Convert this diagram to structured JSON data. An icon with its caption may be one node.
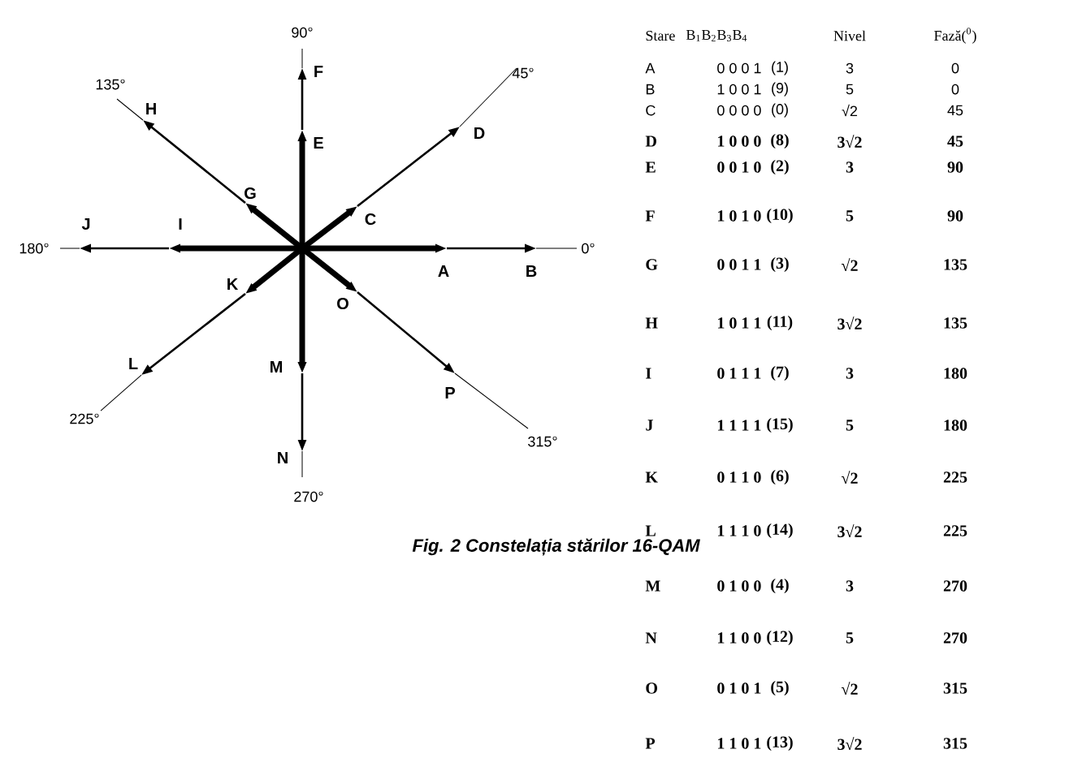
{
  "diagram": {
    "caption": "Fig. 2 Constelația stărilor 16-QAM",
    "nodes": [
      {
        "text": [
          "A"
        ]
      },
      {
        "text": [
          "B"
        ]
      },
      {
        "text": [
          "C"
        ]
      },
      {
        "text": [
          "D"
        ]
      },
      {
        "text": [
          "E"
        ]
      },
      {
        "text": [
          "F"
        ]
      },
      {
        "text": [
          "G"
        ]
      },
      {
        "text": [
          "H"
        ]
      },
      {
        "text": [
          "I"
        ]
      },
      {
        "text": [
          "J"
        ]
      },
      {
        "text": [
          "K"
        ]
      },
      {
        "text": [
          "L"
        ]
      },
      {
        "text": [
          "M"
        ]
      },
      {
        "text": [
          "N"
        ]
      },
      {
        "text": [
          "O"
        ]
      },
      {
        "text": [
          "P"
        ]
      }
    ],
    "edges": [
      {
        "from": null,
        "to": 0,
        "arrow": "to",
        "style": "thick"
      },
      {
        "from": 0,
        "to": 1,
        "arrow": "to"
      },
      {
        "from": null,
        "to": 2,
        "arrow": "to",
        "style": "thick"
      },
      {
        "from": 2,
        "to": 3,
        "arrow": "to"
      },
      {
        "from": null,
        "to": 4,
        "arrow": "to",
        "style": "thick"
      },
      {
        "from": 4,
        "to": 5,
        "arrow": "to"
      },
      {
        "from": null,
        "to": 6,
        "arrow": "to",
        "style": "thick"
      },
      {
        "from": 6,
        "to": 7,
        "arrow": "to"
      },
      {
        "from": null,
        "to": 8,
        "arrow": "to",
        "style": "thick"
      },
      {
        "from": 8,
        "to": 9,
        "arrow": "to"
      },
      {
        "from": null,
        "to": 10,
        "arrow": "to",
        "style": "thick"
      },
      {
        "from": 10,
        "to": 11,
        "arrow": "to"
      },
      {
        "from": null,
        "to": 12,
        "arrow": "to",
        "style": "thick"
      },
      {
        "from": 12,
        "to": 13,
        "arrow": "to"
      },
      {
        "from": null,
        "to": 14,
        "arrow": "to",
        "style": "thick"
      },
      {
        "from": 14,
        "to": 15,
        "arrow": "to"
      }
    ],
    "labels": [
      "90°",
      "135°",
      "45°",
      "180°",
      "0°",
      "225°",
      "315°",
      "270°",
      "Stare",
      "B$_{1}$B$_{2}$B$_{3}$B$_{4}$",
      "Nivel",
      "Fază($^{0}$)",
      "A",
      "0 0 0 1",
      "(1)",
      "3",
      "0",
      "B",
      "1 0 0 1",
      "(9)",
      "5",
      "0",
      "C",
      "0 0 0 0",
      "(0)",
      "√2",
      "45",
      "D",
      "1 0 0 0",
      "(8)",
      "3√2",
      "45",
      "E",
      "0 0 1 0",
      "(2)",
      "3",
      "90",
      "F",
      "1 0 1 0",
      "(10)",
      "5",
      "90",
      "G",
      "0 0 1 1",
      "(3)",
      "√2",
      "135",
      "H",
      "1 0 1 1",
      "(11)",
      "3√2",
      "135",
      "I",
      "0 1 1 1",
      "(7)",
      "3",
      "180",
      "J",
      "1 1 1 1",
      "(15)",
      "5",
      "180",
      "K",
      "0 1 1 0",
      "(6)",
      "√2",
      "225",
      "L",
      "1 1 1 0",
      "(14)",
      "3√2",
      "225",
      "M",
      "0 1 0 0",
      "(4)",
      "3",
      "270",
      "N",
      "1 1 0 0",
      "(12)",
      "5",
      "270",
      "O",
      "0 1 0 1",
      "(5)",
      "√2",
      "315",
      "P",
      "1 1 0 1",
      "(13)",
      "3√2",
      "315"
    ]
  }
}
